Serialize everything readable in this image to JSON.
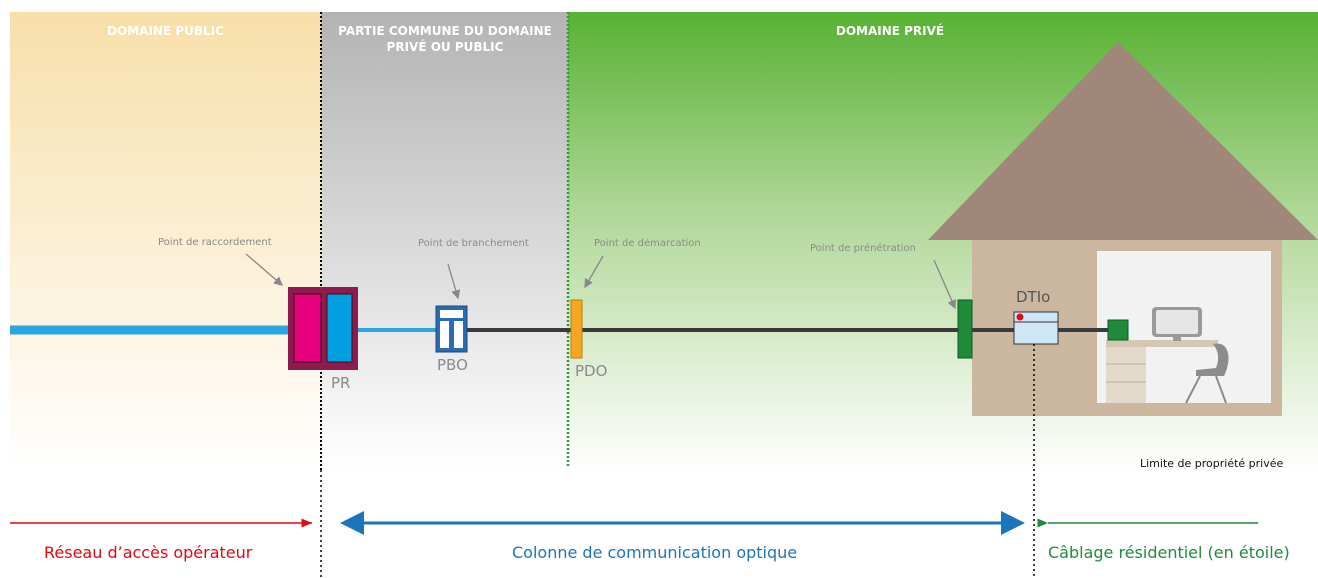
{
  "zones": {
    "public": "DOMAINE PUBLIC",
    "commune": "PARTIE COMMUNE DU DOMAINE PRIVÉ OU PUBLIC",
    "prive": "DOMAINE PRIVÉ"
  },
  "points": {
    "raccordement": "Point de raccordement",
    "branchement": "Point de branchement",
    "demarcation": "Point de démarcation",
    "penetration": "Point de prénétration"
  },
  "equipment": {
    "pr": "PR",
    "pbo": "PBO",
    "pdo": "PDO",
    "dtio": "DTIo"
  },
  "limit_label": "Limite de propriété privée",
  "segments": {
    "operateur": "Réseau d’accès opérateur",
    "colonne": "Colonne de communication optique",
    "cablage": "Câblage résidentiel (en étoile)"
  },
  "colors": {
    "operateur": "#e30613",
    "colonne": "#1b75bc",
    "cablage": "#1f8a3c",
    "fiber_blue": "#2aa6e0",
    "pr_frame": "#8e1a4e",
    "pr_left": "#e6007e",
    "pbo": "#2b6cb0",
    "pdo": "#f5a623",
    "green_box": "#1e8b3a",
    "roof": "#a0877a",
    "wall": "#cbb69f"
  },
  "icons": [
    "arrow-pointer-icon",
    "monitor-icon",
    "chair-icon",
    "desk-icon"
  ]
}
